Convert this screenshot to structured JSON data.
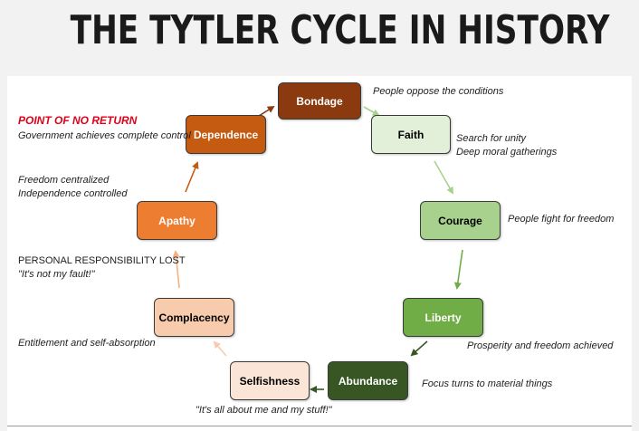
{
  "title": "THE TYTLER CYCLE IN HISTORY",
  "nodes": {
    "bondage": "Bondage",
    "faith": "Faith",
    "courage": "Courage",
    "liberty": "Liberty",
    "abundance": "Abundance",
    "selfishness": "Selfishness",
    "complacency": "Complacency",
    "apathy": "Apathy",
    "dependence": "Dependence"
  },
  "notes": {
    "bondage": "People oppose the conditions",
    "faith_1": "Search for unity",
    "faith_2": "Deep moral gatherings",
    "courage": "People fight for freedom",
    "liberty": "Prosperity and freedom achieved",
    "abundance": "Focus turns to material things",
    "selfishness": "\"It's all about me and my stuff!\"",
    "complacency": "Entitlement and self-absorption",
    "apathy_1": "PERSONAL RESPONSIBILITY LOST",
    "apathy_2": "\"It's not my fault!\"",
    "dependence_pre_1": "Freedom centralized",
    "dependence_pre_2": "Independence controlled",
    "point_of_no_return": "POINT OF NO RETURN",
    "dependence": "Government achieves complete control"
  },
  "colors": {
    "bondage": "#8b3a10",
    "faith": "#e2f0d9",
    "courage": "#a9d18e",
    "liberty": "#70ad47",
    "abundance": "#375623",
    "selfishness": "#fbe5d6",
    "complacency": "#f8cbad",
    "apathy": "#ed7d31",
    "dependence": "#c55a11",
    "point_of_no_return": "#e0001a"
  }
}
